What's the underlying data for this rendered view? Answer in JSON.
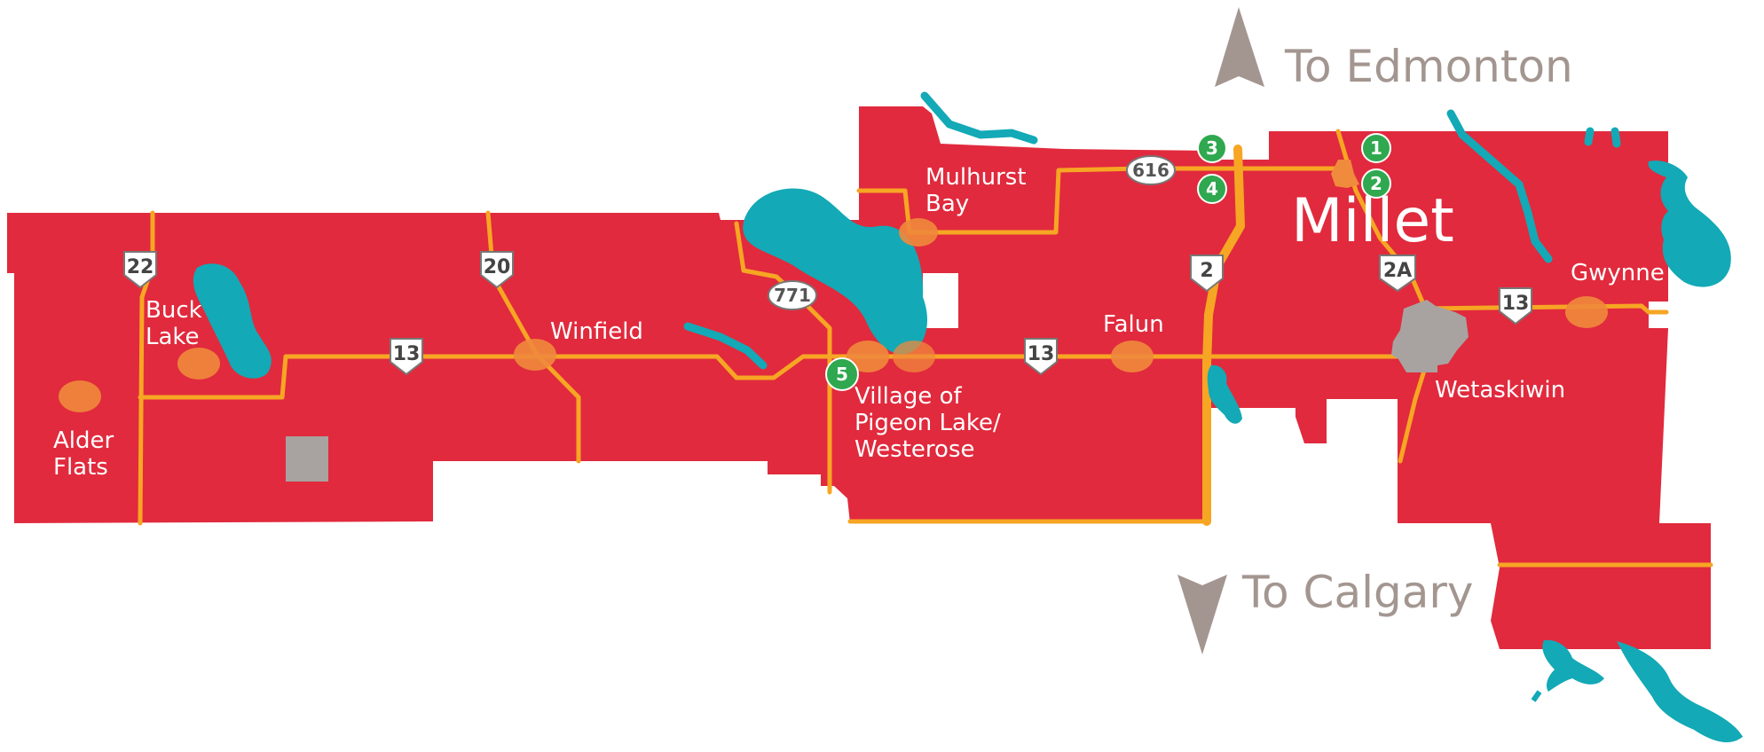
{
  "colors": {
    "land": "#e12a3d",
    "water": "#13a9b6",
    "road": "#f6a623",
    "town": "#f08a3c",
    "urban": "#a8a3a0",
    "marker": "#2fa84f",
    "arrow": "#a39690",
    "label": "#ffffff"
  },
  "directions": {
    "north": "To Edmonton",
    "south": "To Calgary"
  },
  "city": "Millet",
  "places": {
    "alder_flats": [
      "Alder",
      "Flats"
    ],
    "buck_lake": [
      "Buck",
      "Lake"
    ],
    "winfield": "Winfield",
    "mulhurst_bay": [
      "Mulhurst",
      "Bay"
    ],
    "pigeon_lake": [
      "Village of",
      "Pigeon Lake/",
      "Westerose"
    ],
    "falun": "Falun",
    "wetaskiwin": "Wetaskiwin",
    "gwynne": "Gwynne"
  },
  "highways": {
    "h22": "22",
    "h20": "20",
    "h13a": "13",
    "h13b": "13",
    "h13c": "13",
    "h771": "771",
    "h616": "616",
    "h2": "2",
    "h2a": "2A"
  },
  "markers": [
    "1",
    "2",
    "3",
    "4",
    "5"
  ]
}
